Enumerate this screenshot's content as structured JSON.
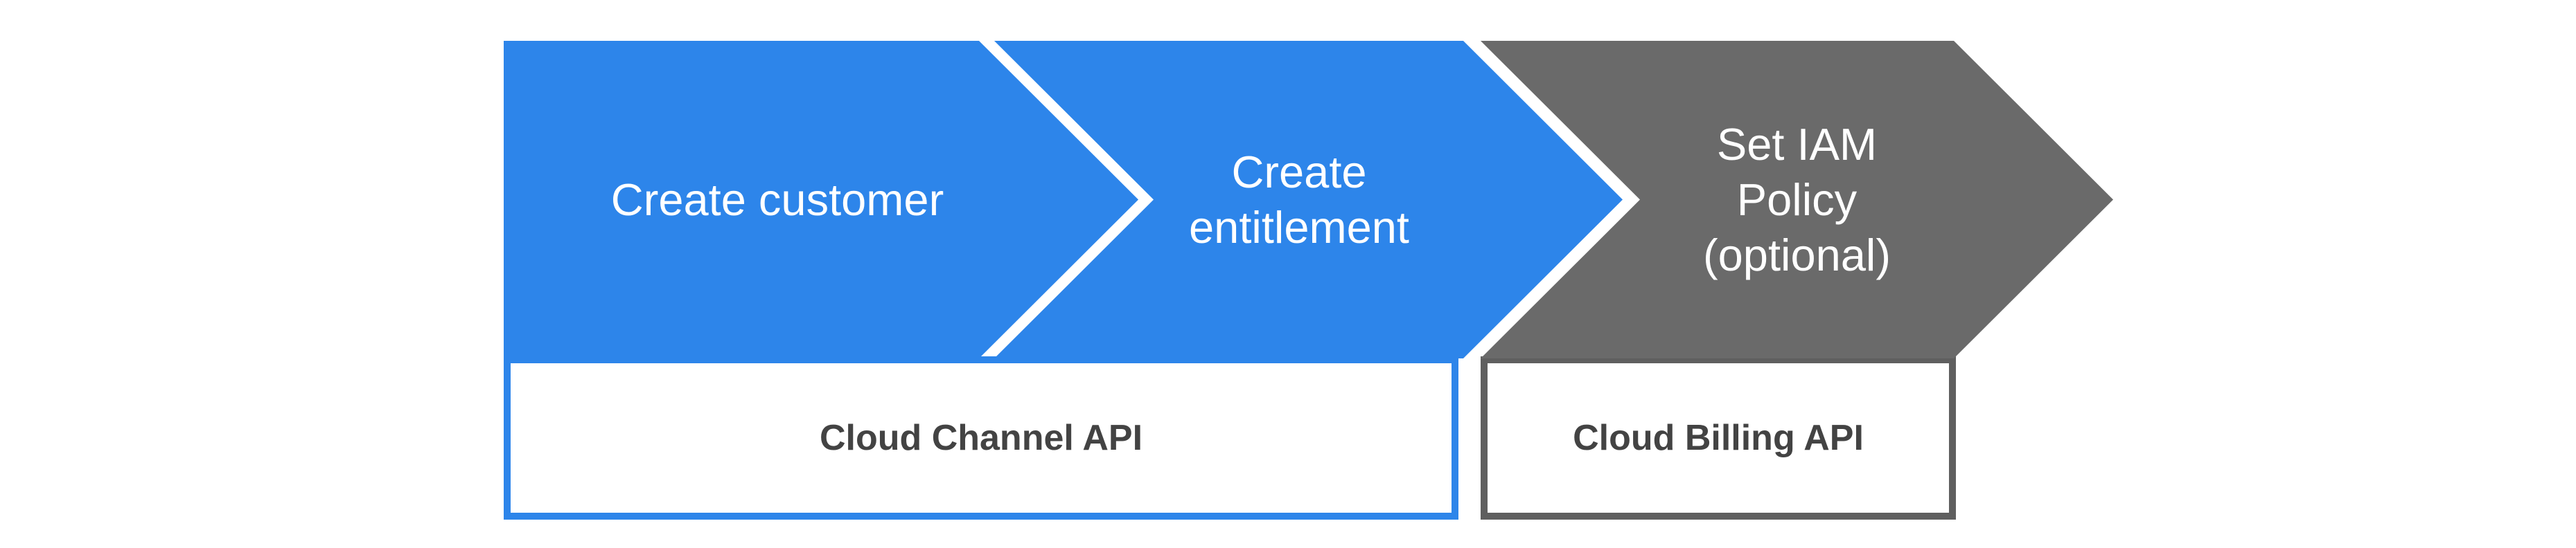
{
  "steps": [
    {
      "label": "Create customer",
      "color": "#2D85EA"
    },
    {
      "label": "Create\nentitlement",
      "color": "#2D85EA"
    },
    {
      "label": "Set IAM\nPolicy\n(optional)",
      "color": "#6A6A6A"
    }
  ],
  "boxes": [
    {
      "label": "Cloud Channel API",
      "border_color": "#2D85EA"
    },
    {
      "label": "Cloud Billing API",
      "border_color": "#5F5F5F"
    }
  ],
  "colors": {
    "background": "#FFFFFF",
    "step_label_text": "#FFFFFF",
    "api_label_text": "#434343"
  }
}
